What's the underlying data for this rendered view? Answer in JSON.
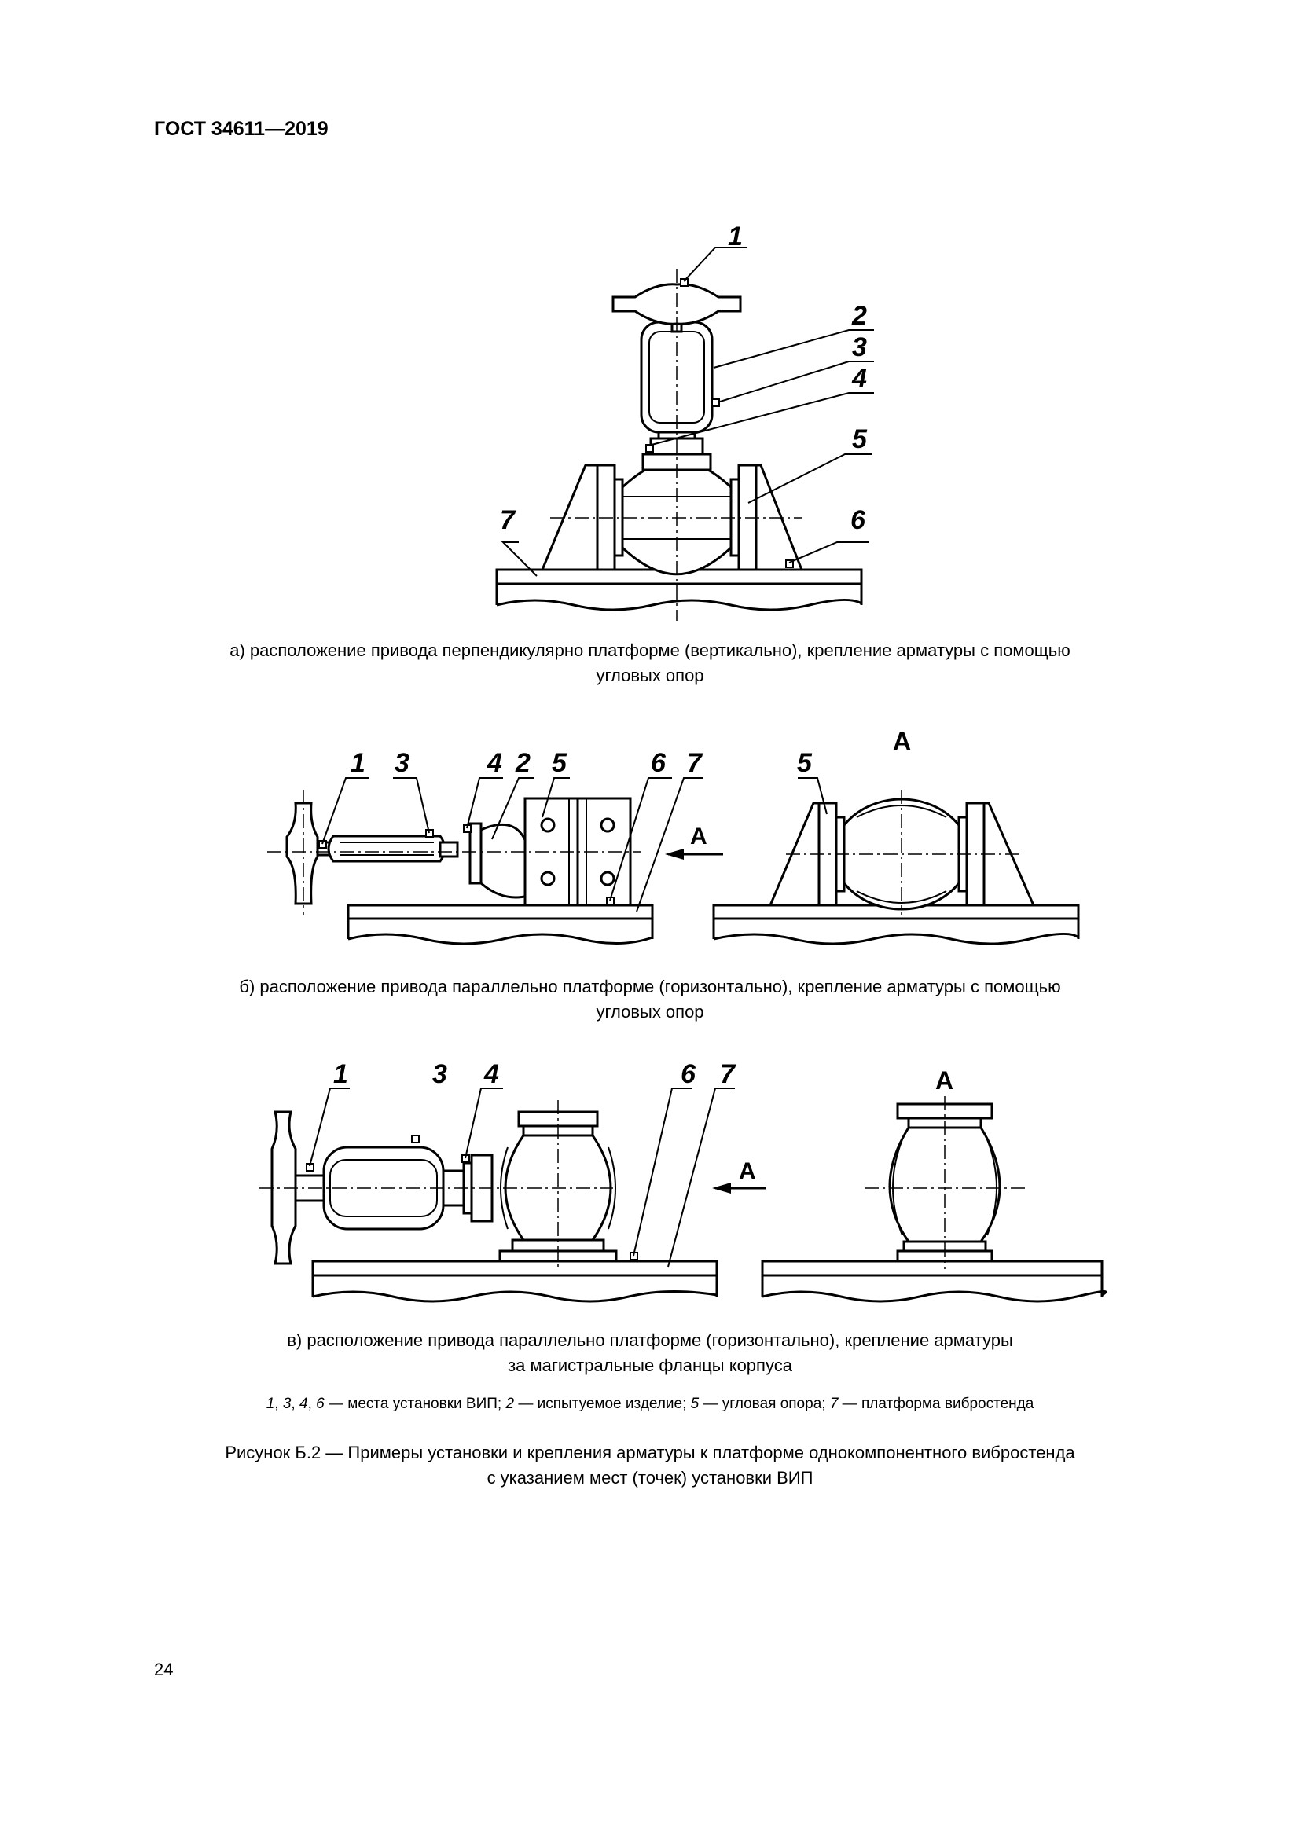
{
  "header": {
    "standard": "ГОСТ 34611—2019"
  },
  "figure_a": {
    "labels": [
      "1",
      "2",
      "3",
      "4",
      "5",
      "6",
      "7"
    ],
    "caption_line1": "а)  расположение привода перпендикулярно платформе (вертикально), крепление арматуры с помощью",
    "caption_line2": "угловых опор"
  },
  "figure_b": {
    "labels_left": [
      "1",
      "3",
      "4",
      "2",
      "5",
      "6",
      "7"
    ],
    "arrow_label": "А",
    "view_label": "А",
    "label_right": "5",
    "caption_line1": "б)  расположение привода параллельно платформе (горизонтально), крепление арматуры с помощью",
    "caption_line2": "угловых опор"
  },
  "figure_c": {
    "labels": [
      "1",
      "3",
      "4",
      "6",
      "7"
    ],
    "arrow_label": "А",
    "view_label": "А",
    "caption_line1": "в)  расположение привода параллельно платформе (горизонтально), крепление арматуры",
    "caption_line2": "за магистральные фланцы корпуса"
  },
  "legend": {
    "n1": "1",
    "s1": ", ",
    "n2": "3",
    "s2": ", ",
    "n3": "4",
    "s3": ", ",
    "n4": "6",
    "t4": " — места установки ВИП; ",
    "n5": "2",
    "t5": " — испытуемое изделие; ",
    "n6": "5",
    "t6": " — угловая опора; ",
    "n7": "7",
    "t7": " — платформа вибростенда"
  },
  "figure_title": {
    "line1": "Рисунок Б.2 — Примеры установки и крепления арматуры к платформе однокомпонентного вибростенда",
    "line2": "с указанием мест (точек) установки ВИП"
  },
  "page_number": "24"
}
